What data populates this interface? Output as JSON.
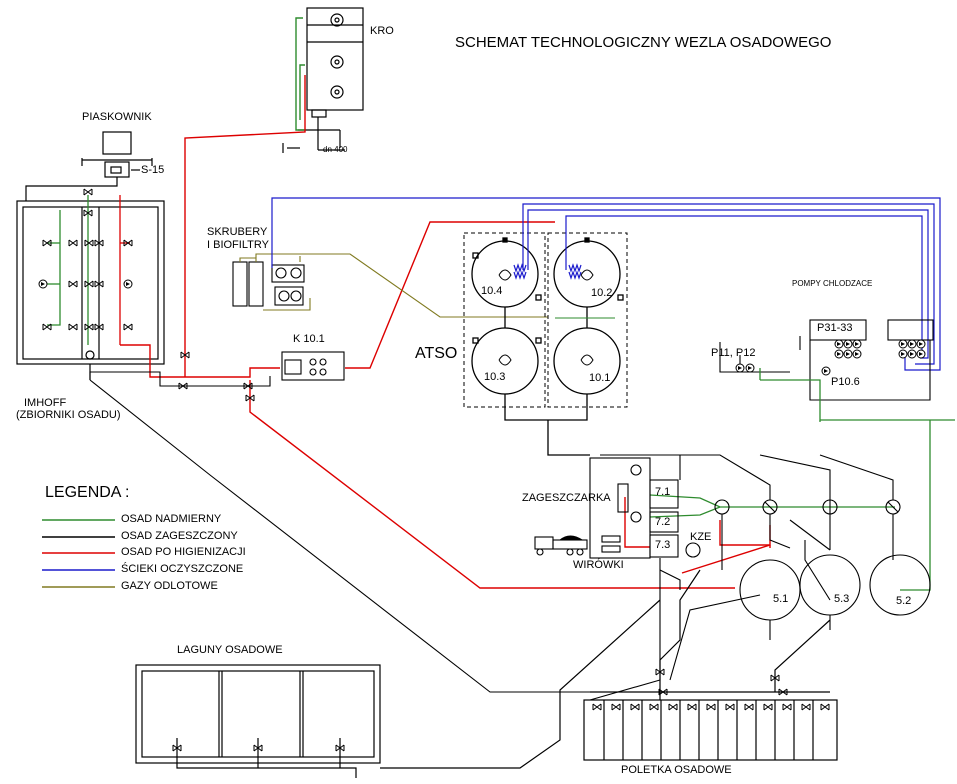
{
  "title": "SCHEMAT TECHNOLOGICZNY WEZLA OSADOWEGO",
  "labels": {
    "kro": "KRO",
    "dn400": "dn 400",
    "piaskownik": "PIASKOWNIK",
    "s15": "S-15",
    "skrubery_line1": "SKRUBERY",
    "skrubery_line2": "I BIOFILTRY",
    "k101": "K 10.1",
    "imhoff_line1": "IMHOFF",
    "imhoff_line2": "(ZBIORNIKI OSADU)",
    "atso": "ATSO",
    "r104": "10.4",
    "r102": "10.2",
    "r103": "10.3",
    "r101": "10.1",
    "pompy": "POMPY CHLODZACE",
    "p3133": "P31-33",
    "p11p12": "P11, P12",
    "p106": "P10.6",
    "zageszczarka": "ZAGESZCZARKA",
    "u71": "7.1",
    "u72": "7.2",
    "u73": "7.3",
    "kze": "KZE",
    "wirowki": "WIRÓWKI",
    "t51": "5.1",
    "t53": "5.3",
    "t52": "5.2",
    "laguny": "LAGUNY OSADOWE",
    "poletka": "POLETKA OSADOWE"
  },
  "legend": {
    "title": "LEGENDA :",
    "items": [
      "OSAD NADMIERNY",
      "OSAD ZAGESZCZONY",
      "OSAD PO HIGIENIZACJI",
      "ŚCIEKI OCZYSZCZONE",
      "GAZY ODLOTOWE"
    ],
    "colors": [
      "#2e8b2e",
      "#000000",
      "#dd0000",
      "#1a1acc",
      "#807a20"
    ]
  }
}
